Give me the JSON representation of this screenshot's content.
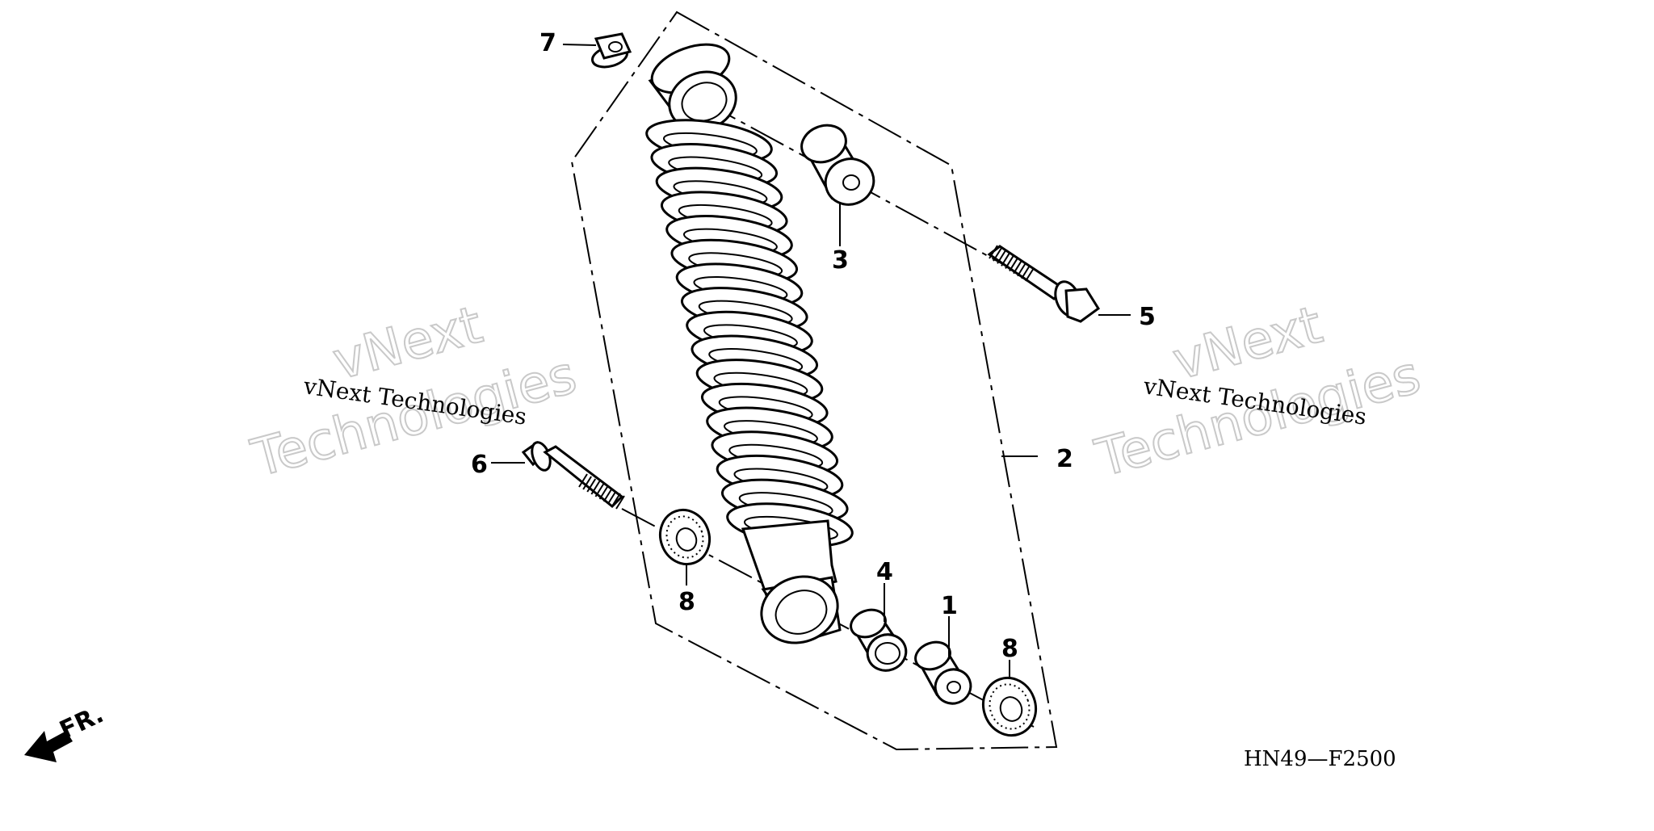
{
  "diagram": {
    "code": "HN49—F2500",
    "front_marker": "FR.",
    "callouts": {
      "c1": "1",
      "c2": "2",
      "c3": "3",
      "c4": "4",
      "c5": "5",
      "c6": "6",
      "c7": "7",
      "c8a": "8",
      "c8b": "8"
    },
    "watermarks": {
      "left_small": "vNext Technologies",
      "left_big_1": "vNext",
      "left_big_2": "Technologies",
      "right_small": "vNext Technologies",
      "right_big_1": "vNext",
      "right_big_2": "Technologies"
    }
  }
}
